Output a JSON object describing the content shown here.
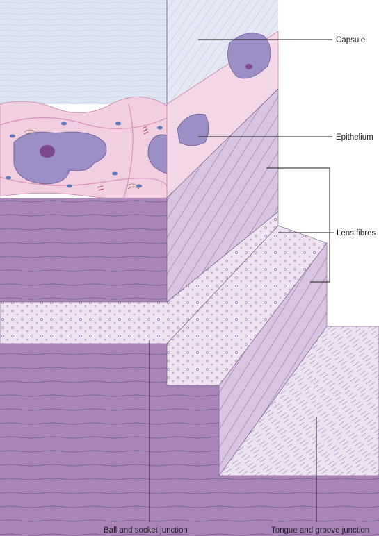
{
  "labels": {
    "capsule": "Capsule",
    "epithelium": "Epithelium",
    "lens_fibres": "Lens fibres",
    "ball_socket": "Ball and socket junction",
    "tongue_groove": "Tongue and groove junction"
  },
  "colors": {
    "capsule": "#dde4f2",
    "capsule_lines": "#b9c4dd",
    "epithelium_bg": "#f1cfe0",
    "epithelium_dark": "#d98fb6",
    "nucleus": "#9c8fc6",
    "nucleolus": "#7a4a8d",
    "fibre_front": "#a984b9",
    "fibre_side": "#d7c3e2",
    "fibre_top": "#e5d8ec",
    "junction_band": "#efe3f2",
    "tongue_face": "#ece2f1"
  }
}
